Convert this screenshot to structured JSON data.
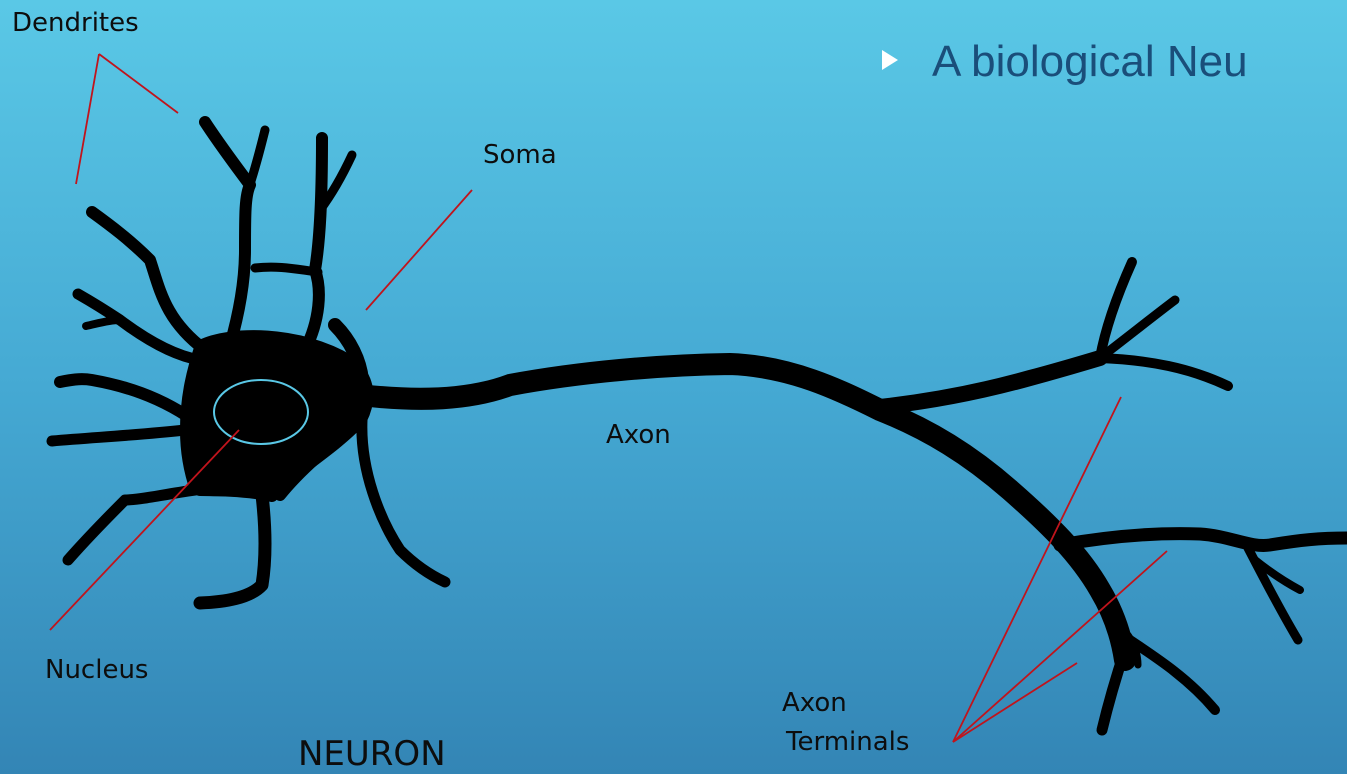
{
  "slide": {
    "bullet_text": "A biological Neu",
    "caption": "NEURON"
  },
  "labels": {
    "dendrites": "Dendrites",
    "soma": "Soma",
    "axon": "Axon",
    "nucleus": "Nucleus",
    "axon_terminals_line1": "Axon",
    "axon_terminals_line2": "Terminals"
  },
  "colors": {
    "background_top": "#5ac8e6",
    "background_bottom": "#3385b5",
    "neuron": "#000000",
    "leader_line": "#c0141c",
    "bullet_text": "#1a4e7a"
  }
}
